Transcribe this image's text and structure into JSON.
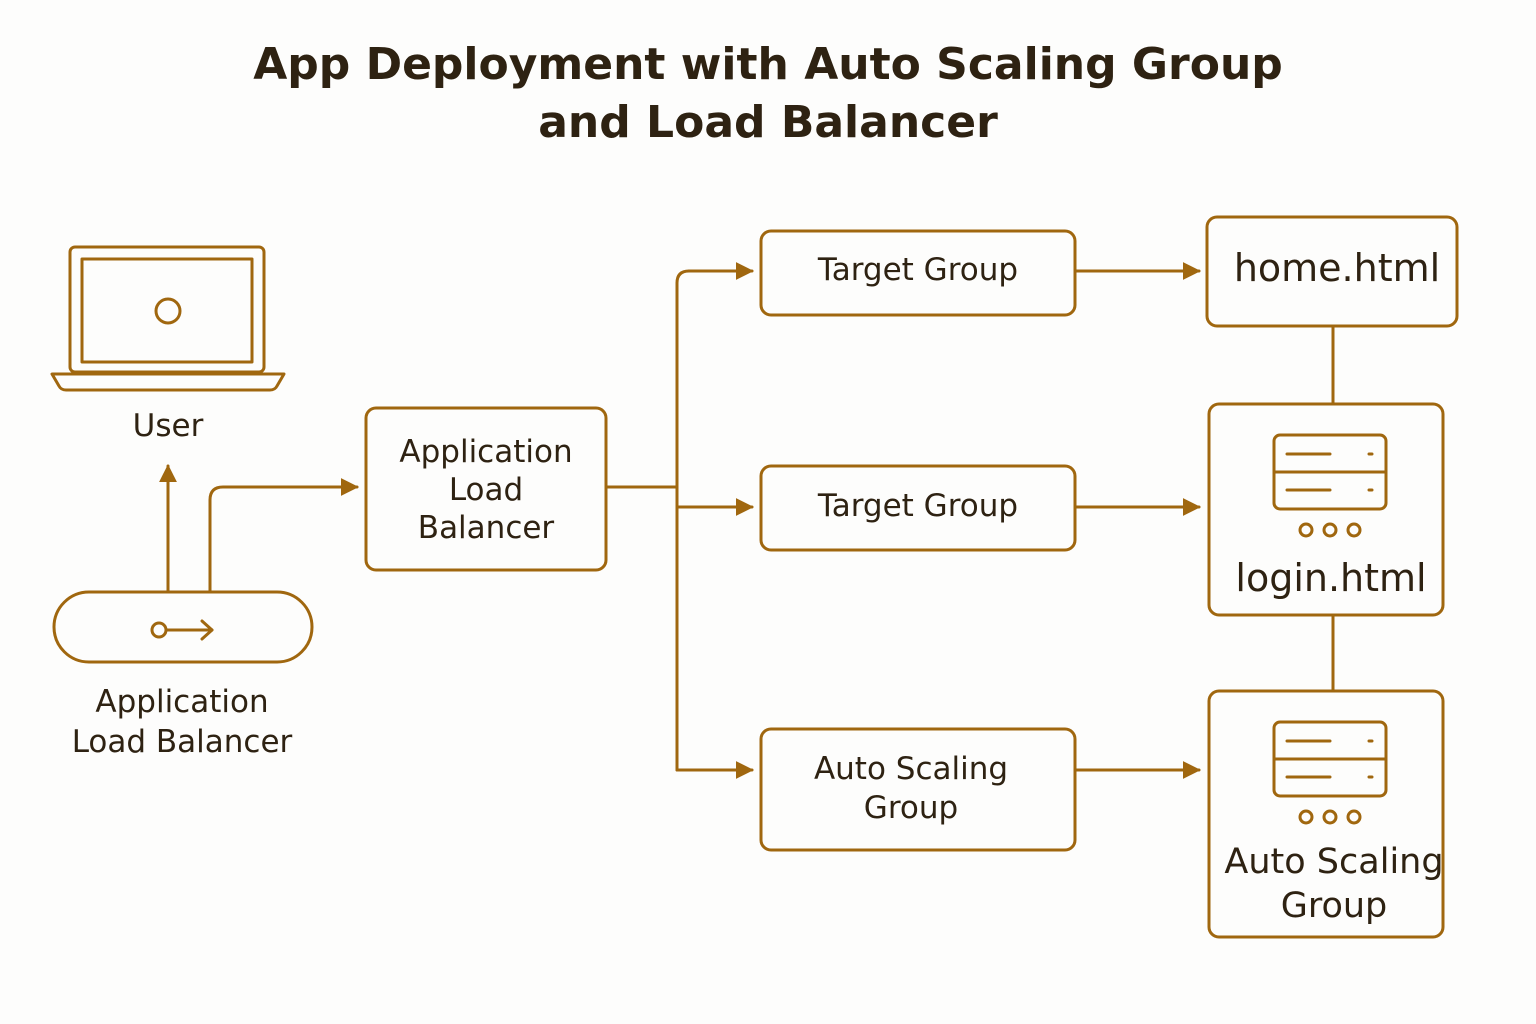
{
  "title": {
    "line1": "App Deployment with Auto Scaling Group",
    "line2": "and Load Balancer"
  },
  "colors": {
    "stroke": "#a0670f",
    "text": "#2e2212",
    "background": "#fdfdfc"
  },
  "nodes": {
    "user": {
      "icon": "laptop-icon",
      "label": "User"
    },
    "alb_device": {
      "icon": "load-balancer-icon",
      "label_line1": "Application",
      "label_line2": "Load Balancer"
    },
    "alb_box": {
      "line1": "Application",
      "line2": "Load",
      "line3": "Balancer"
    },
    "target_group_1": {
      "label": "Target Group"
    },
    "target_group_2": {
      "label": "Target Group"
    },
    "asg_box": {
      "line1": "Auto Scaling",
      "line2": "Group"
    },
    "home": {
      "label": "home.html"
    },
    "login": {
      "icon": "server-icon",
      "label": "login.html"
    },
    "asg_server": {
      "icon": "server-icon",
      "line1": "Auto Scaling",
      "line2": "Group"
    }
  }
}
